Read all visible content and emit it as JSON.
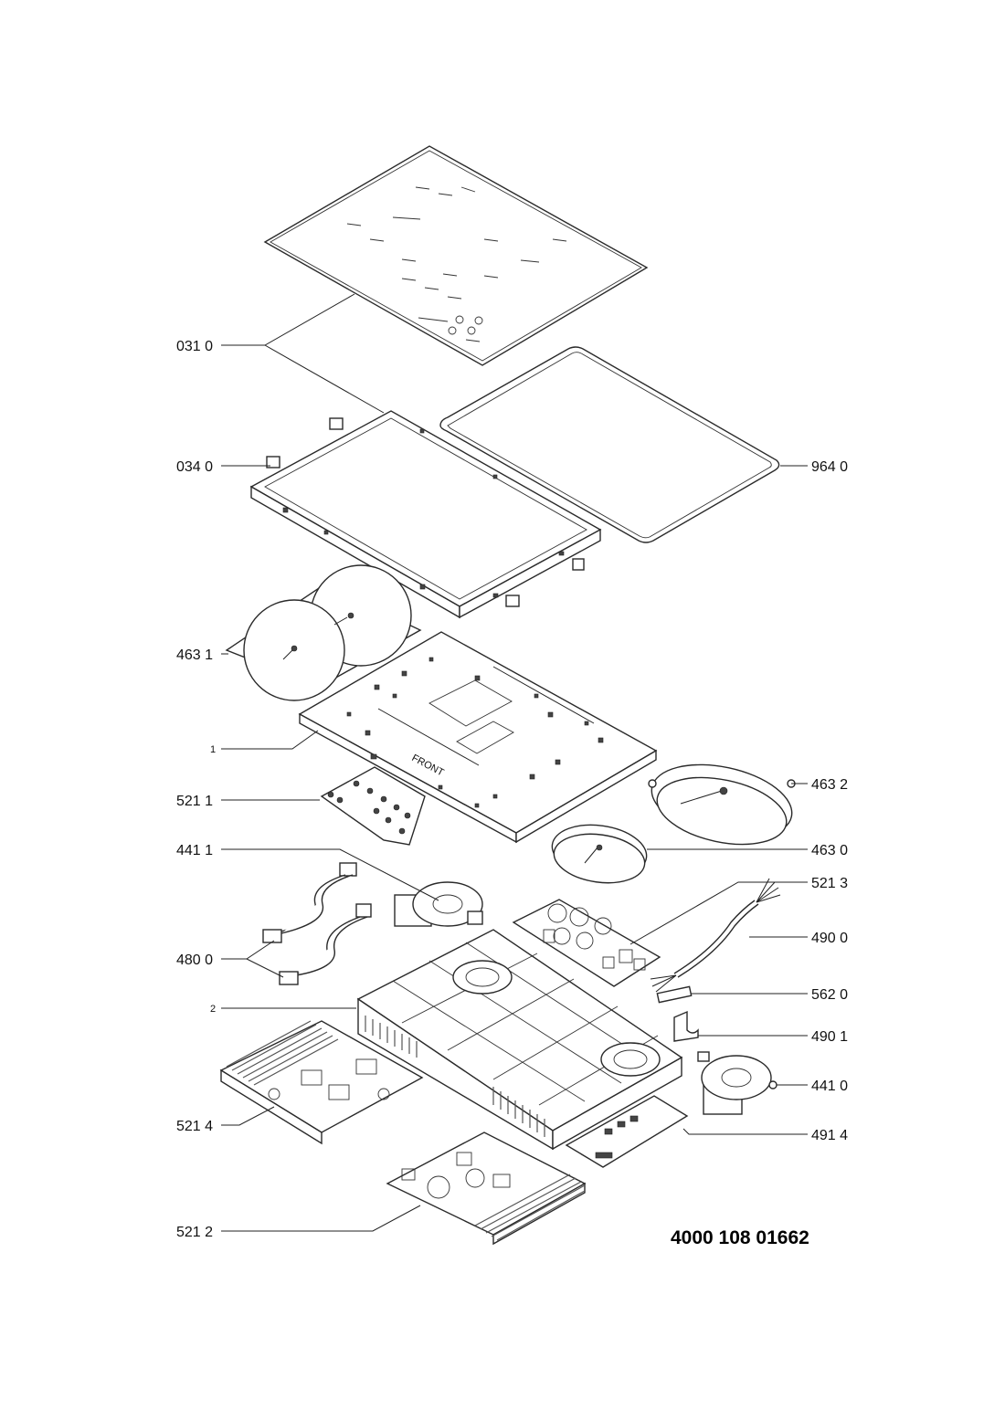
{
  "document_number": "4000 108 01662",
  "callouts": [
    {
      "id": "031-0",
      "label": "031 0"
    },
    {
      "id": "034-0",
      "label": "034 0"
    },
    {
      "id": "964-0",
      "label": "964 0"
    },
    {
      "id": "463-1",
      "label": "463 1"
    },
    {
      "id": "1",
      "label": "1"
    },
    {
      "id": "521-1",
      "label": "521 1"
    },
    {
      "id": "463-2",
      "label": "463 2"
    },
    {
      "id": "441-1",
      "label": "441 1"
    },
    {
      "id": "463-0",
      "label": "463 0"
    },
    {
      "id": "521-3",
      "label": "521 3"
    },
    {
      "id": "490-0",
      "label": "490 0"
    },
    {
      "id": "480-0",
      "label": "480 0"
    },
    {
      "id": "562-0",
      "label": "562 0"
    },
    {
      "id": "2",
      "label": "2"
    },
    {
      "id": "490-1",
      "label": "490 1"
    },
    {
      "id": "441-0",
      "label": "441 0"
    },
    {
      "id": "521-4",
      "label": "521 4"
    },
    {
      "id": "491-4",
      "label": "491 4"
    },
    {
      "id": "521-2",
      "label": "521 2"
    }
  ],
  "part_markings": {
    "front_text": "FRONT"
  }
}
